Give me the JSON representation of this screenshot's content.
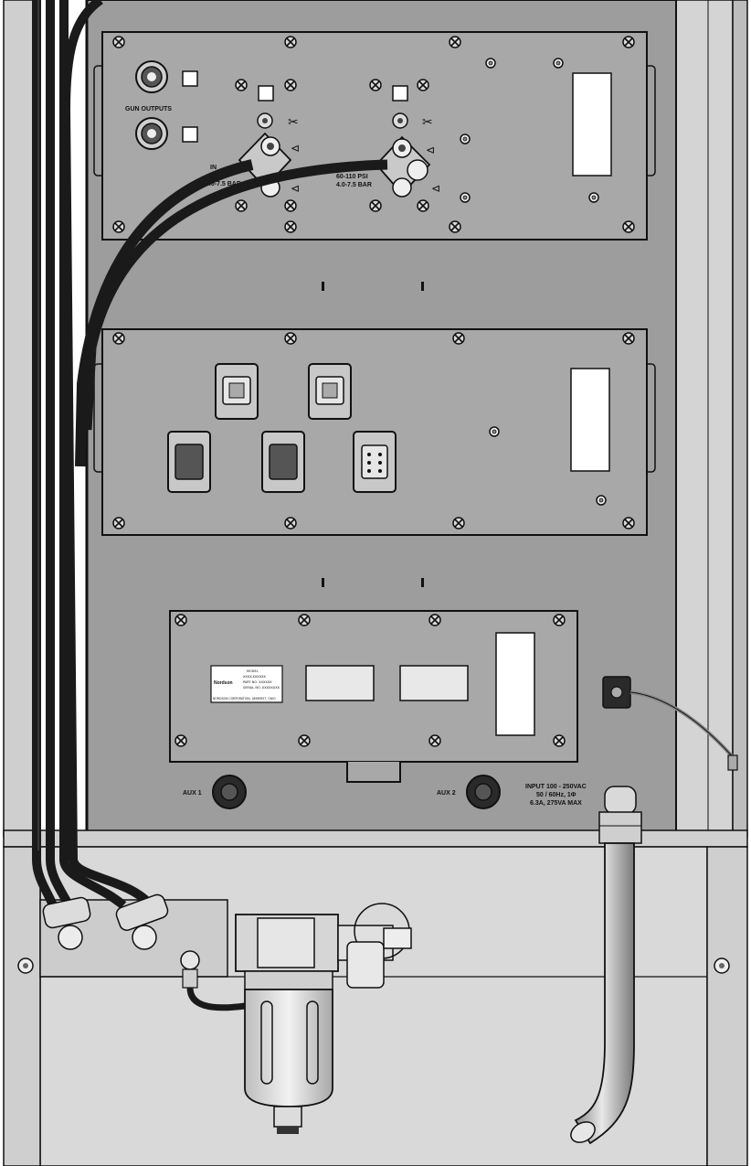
{
  "labels": {
    "gun_outputs": "GUN OUTPUTS",
    "pressure_left_psi": "IN",
    "pressure_left_bar": "4.0-7.5 BAR",
    "pressure_right_psi": "60-110 PSI",
    "pressure_right_bar": "4.0-7.5 BAR",
    "aux1": "AUX 1",
    "aux2": "AUX 2",
    "input_line1": "INPUT  100 - 250VAC",
    "input_line2": "50 / 60Hz, 1Φ",
    "input_line3": "6.3A, 275VA MAX",
    "plate_brand": "Nordson",
    "plate_line1": "MODEL",
    "plate_line2": "XXXX-XXXXXX",
    "plate_line3": "PART NO. XXXXXX",
    "plate_line4": "SERIAL NO. XXXXXXXX",
    "plate_footer": "NORDSON CORPORATION, AMHERST, OHIO"
  },
  "colors": {
    "panel": "#9b9b9b",
    "plate": "#a6a6a6",
    "cabinet": "#d6d6d6",
    "hose": "#1a1a1a",
    "pipe": "#c4c4c4",
    "outline": "#111111"
  }
}
